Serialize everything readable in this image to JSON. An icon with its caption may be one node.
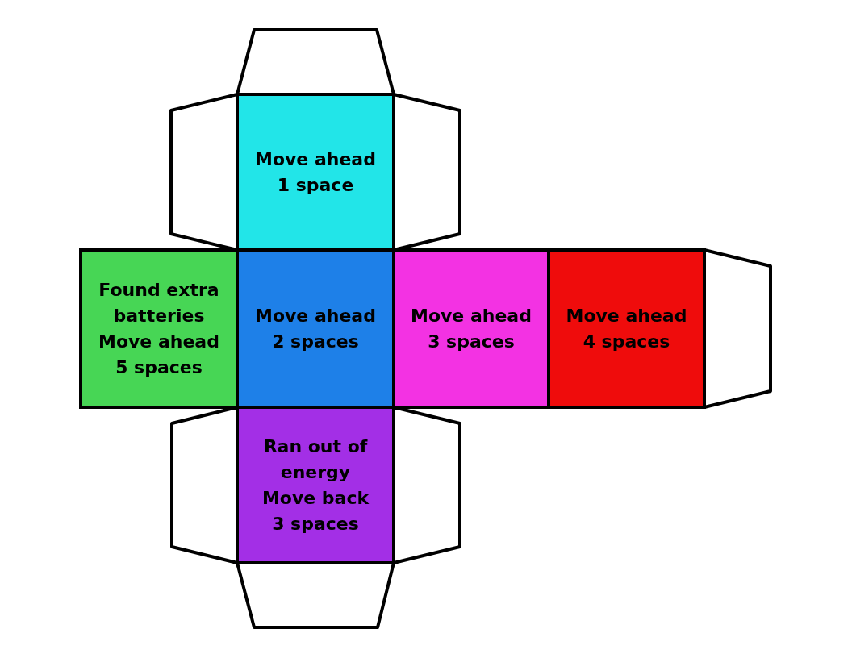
{
  "diagram": {
    "nodes": [
      {
        "text": [],
        "shape": "trapezoid"
      },
      {
        "text": [],
        "shape": "trapezoid"
      },
      {
        "text": [
          "Move ahead 1 space"
        ]
      },
      {
        "text": [],
        "shape": "trapezoid"
      },
      {
        "text": [
          "Found extra batteries",
          "Move ahead 5 spaces"
        ]
      },
      {
        "text": [
          "Move ahead 2 spaces"
        ]
      },
      {
        "text": [
          "Move ahead 3 spaces"
        ]
      },
      {
        "text": [
          "Move ahead 4 spaces"
        ]
      },
      {
        "text": [],
        "shape": "trapezoid"
      },
      {
        "text": [],
        "shape": "trapezoid"
      },
      {
        "text": [
          "Ran out of energy",
          "Move back 3 spaces"
        ]
      },
      {
        "text": [],
        "shape": "trapezoid"
      },
      {
        "text": [],
        "shape": "trapezoid"
      }
    ]
  }
}
